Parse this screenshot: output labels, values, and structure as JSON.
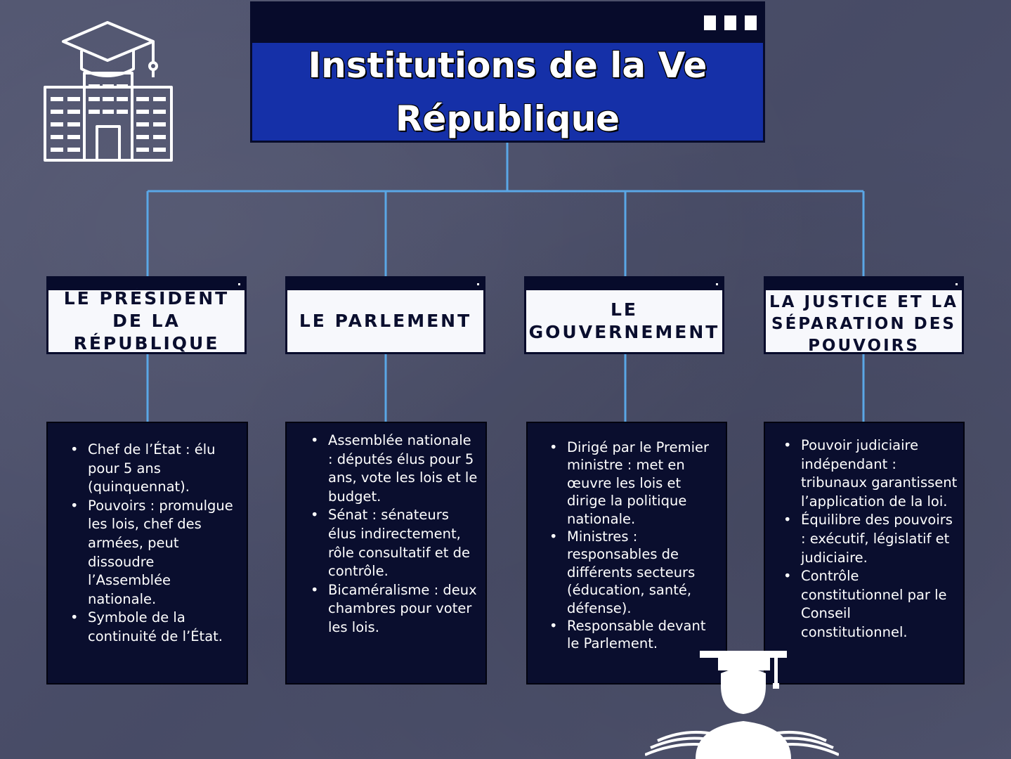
{
  "title": "Institutions de la Ve République",
  "columns": [
    {
      "heading": "LE PRÉSIDENT DE LA RÉPUBLIQUE",
      "bullets": [
        "Chef de l’État : élu pour 5 ans (quinquennat).",
        "Pouvoirs : promulgue les lois, chef des armées, peut dissoudre l’Assemblée nationale.",
        "Symbole de la continuité de l’État."
      ]
    },
    {
      "heading": "LE PARLEMENT",
      "bullets": [
        "Assemblée nationale : députés élus pour 5 ans, vote les lois et le budget.",
        "Sénat : sénateurs élus indirectement, rôle consultatif et de contrôle.",
        "Bicaméralisme : deux chambres pour voter les lois."
      ]
    },
    {
      "heading": "LE GOUVERNEMENT",
      "bullets": [
        "Dirigé par le Premier ministre : met en œuvre les lois et dirige la politique nationale.",
        "Ministres : responsables de différents secteurs (éducation, santé, défense).",
        "Responsable devant le Parlement."
      ]
    },
    {
      "heading": "LA JUSTICE ET LA SÉPARATION DES POUVOIRS",
      "bullets": [
        "Pouvoir judiciaire indépendant : tribunaux garantissent l’application de la loi.",
        "Équilibre des pouvoirs : exécutif, législatif et judiciaire.",
        "Contrôle constitutionnel par le Conseil constitutionnel."
      ]
    }
  ],
  "icons": {
    "top_left": "school-building-graduation-cap-icon",
    "bottom": "graduate-reading-book-icon"
  },
  "colors": {
    "background": "#4b4f6b",
    "title_fill": "#1530a8",
    "dark_navy": "#0a0e2e",
    "connector": "#5aa7e6",
    "heading_fill": "#f7f8fc"
  }
}
